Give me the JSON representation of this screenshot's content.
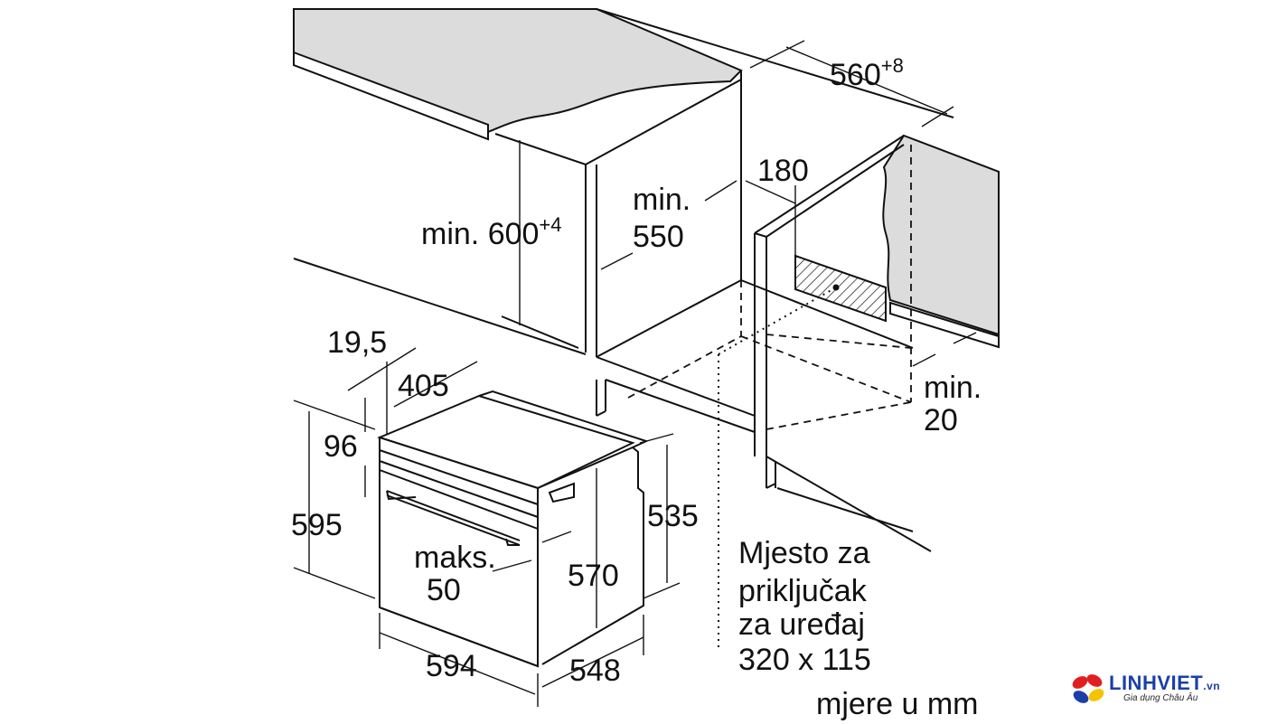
{
  "dimensions": {
    "cabinet_width": {
      "value": "560",
      "sup": "+8"
    },
    "cabinet_height": {
      "prefix": "min. ",
      "value": "600",
      "sup": "+4"
    },
    "cabinet_depth": {
      "line1": "min.",
      "line2": "550"
    },
    "rear_opening": "180",
    "rear_gap": {
      "line1": "min.",
      "line2": "20"
    },
    "front_panel": "19,5",
    "depth_body": "405",
    "top_gap": "96",
    "oven_height": "595",
    "handle_max": {
      "line1": "maks.",
      "line2": "50"
    },
    "inner_height": "570",
    "rear_height": "535",
    "oven_width": "594",
    "oven_depth": "548"
  },
  "connection_note": {
    "lines": [
      "Mjesto za",
      "priključak",
      "za uređaj",
      "320 x 115"
    ]
  },
  "units_note": "mjere u mm",
  "logo": {
    "name": "LINHVIET",
    "tld": ".vn",
    "tagline": "Gia dụng Châu Âu",
    "colors": {
      "blue": "#1a3fa8",
      "red": "#e02020",
      "yellow": "#f5c400"
    }
  }
}
